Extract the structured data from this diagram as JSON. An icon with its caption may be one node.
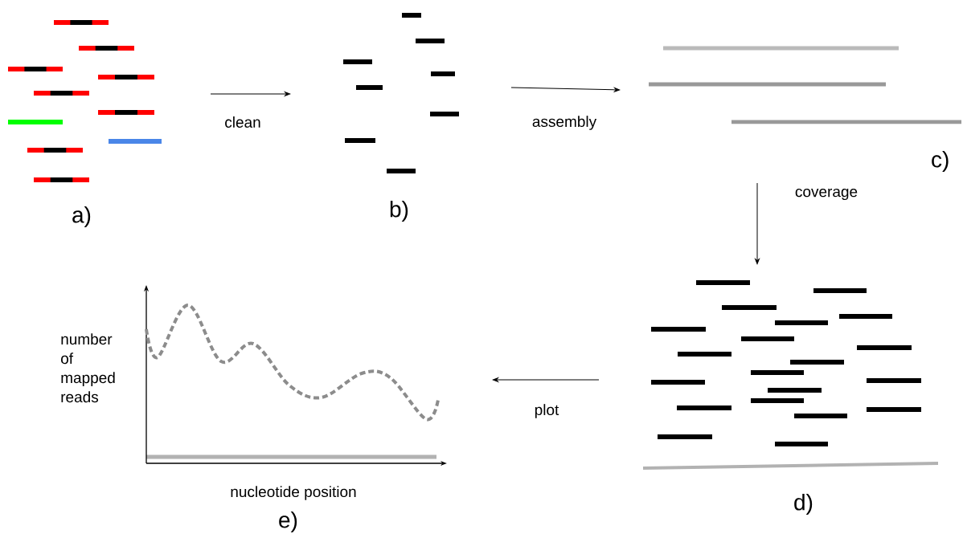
{
  "diagram": {
    "nodes": [
      {
        "text": [
          "a)"
        ]
      },
      {
        "text": [
          "b)"
        ]
      },
      {
        "text": [
          "c)"
        ]
      },
      {
        "text": [
          "d)"
        ]
      },
      {
        "text": [
          "e)"
        ]
      }
    ],
    "edges": [
      {
        "from": 0,
        "to": 1,
        "arrow": "to",
        "label": "clean"
      },
      {
        "from": 1,
        "to": 2,
        "arrow": "to",
        "label": "assembly"
      },
      {
        "from": 2,
        "to": 3,
        "arrow": "to",
        "label": "coverage"
      },
      {
        "from": 3,
        "to": 4,
        "arrow": "to",
        "label": "plot"
      }
    ],
    "labels": [
      "number of mapped reads",
      "nucleotide position"
    ]
  }
}
